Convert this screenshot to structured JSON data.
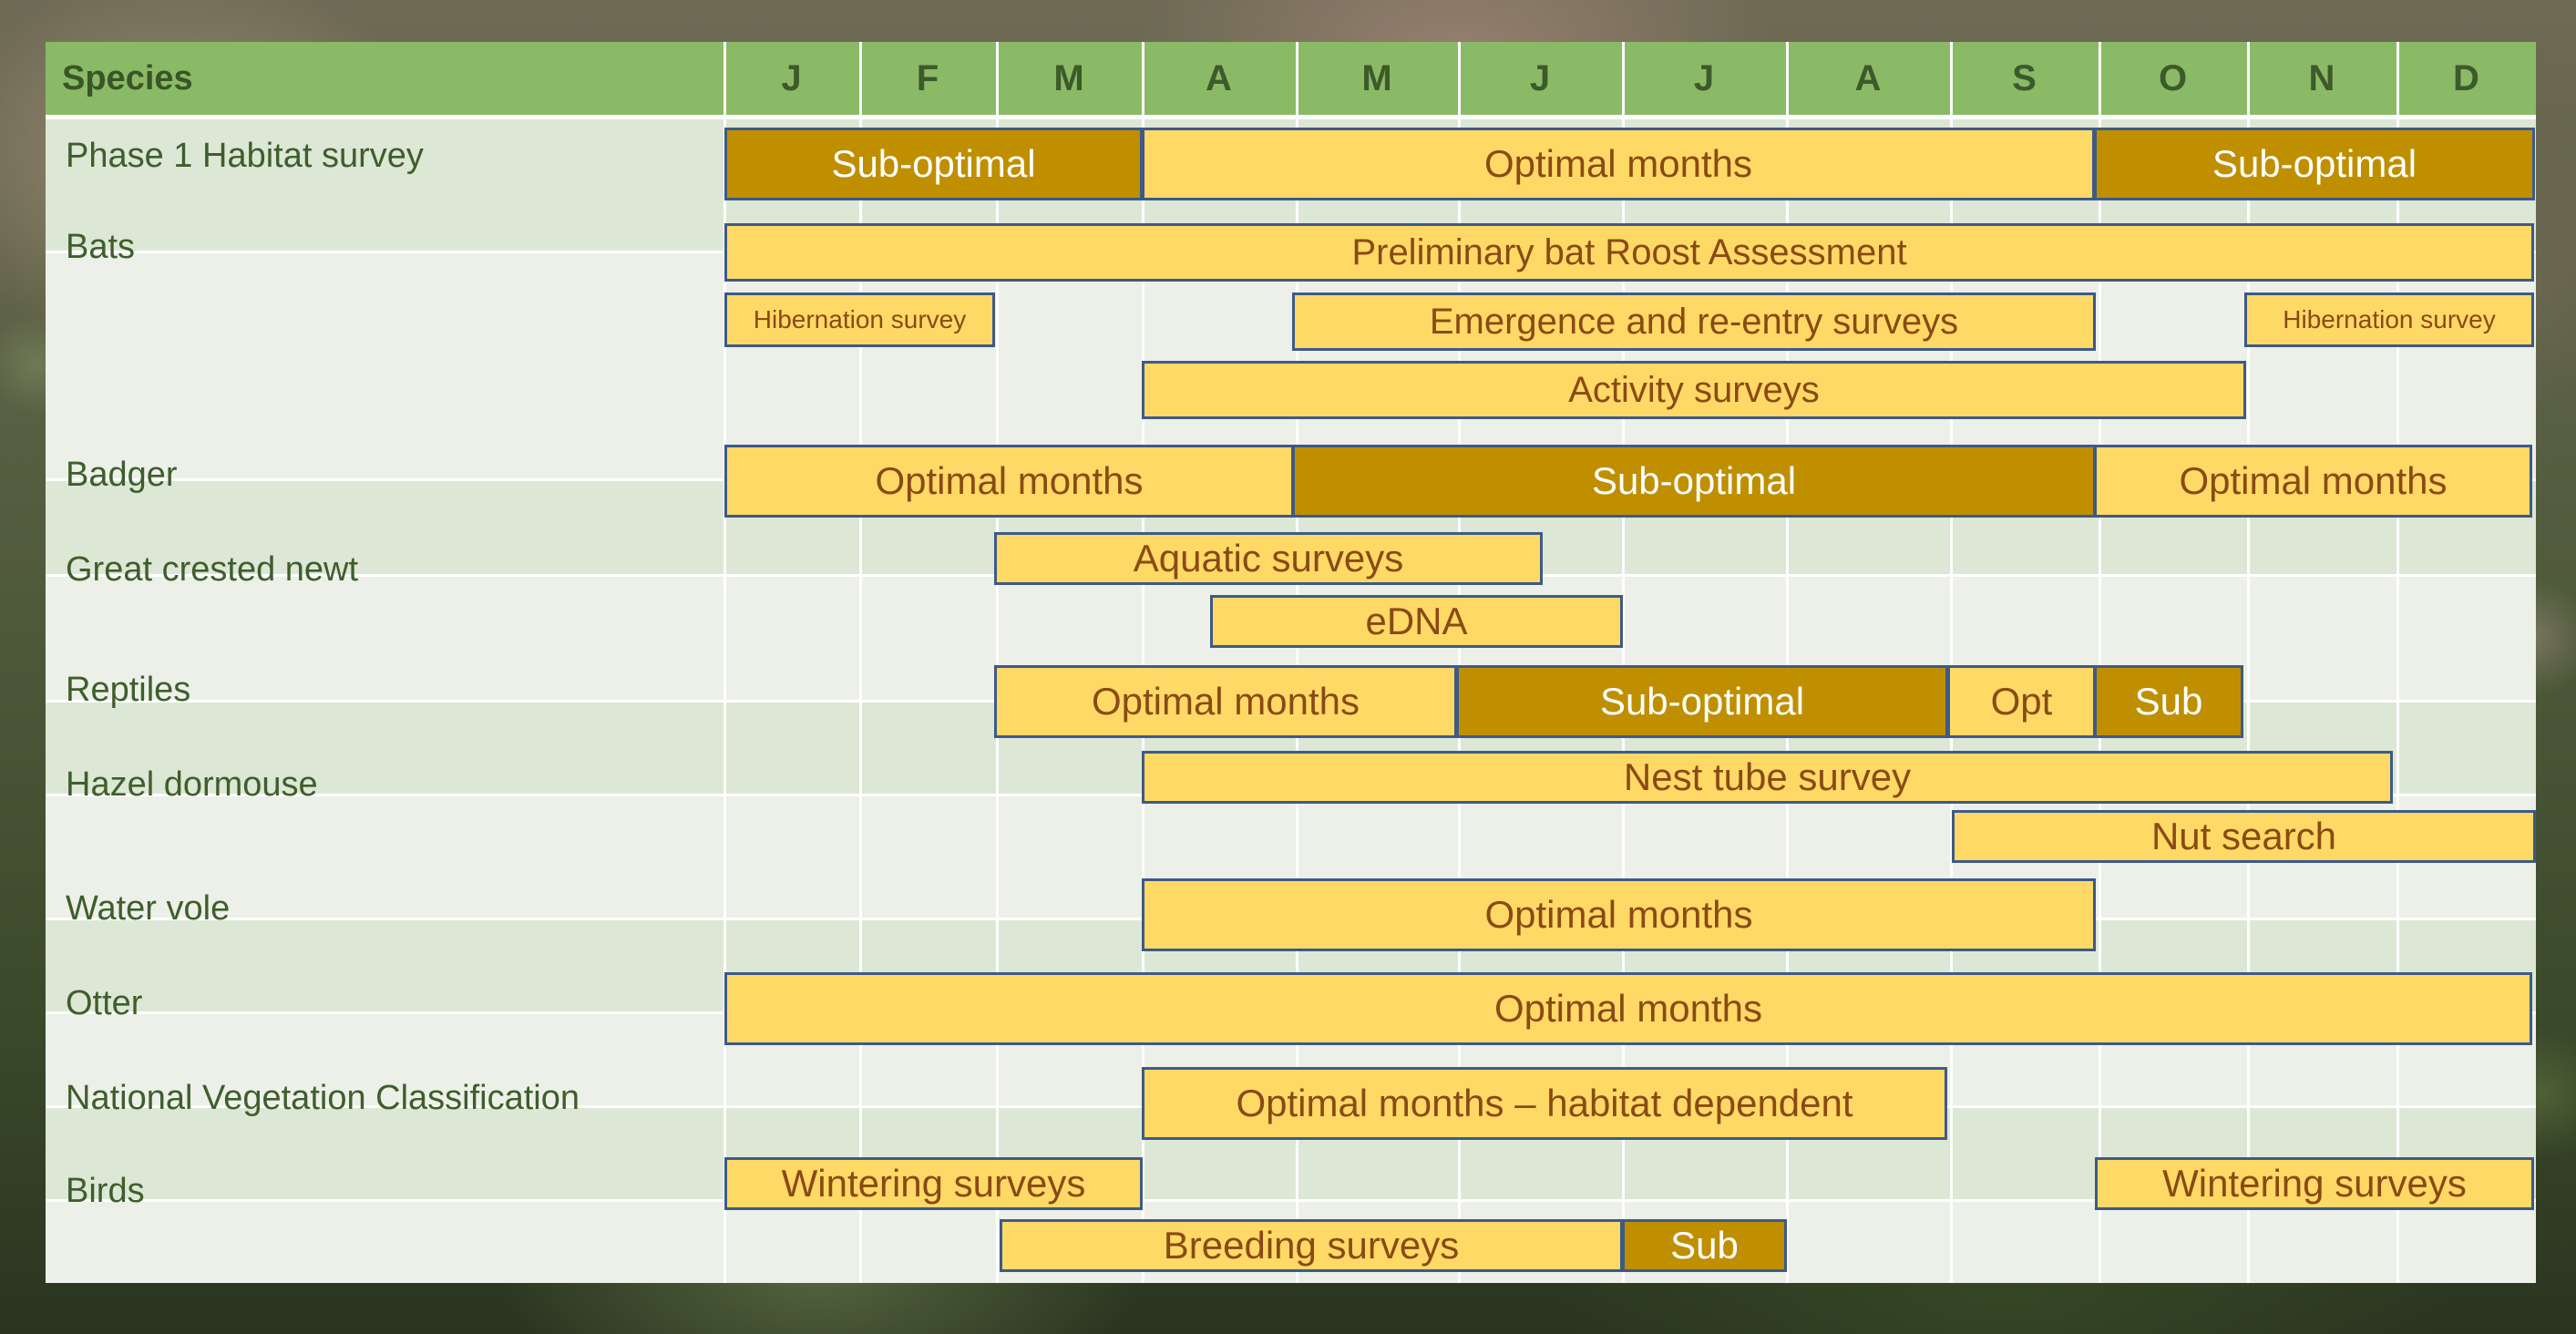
{
  "header": {
    "species_label": "Species",
    "months": [
      "J",
      "F",
      "M",
      "A",
      "M",
      "J",
      "J",
      "A",
      "S",
      "O",
      "N",
      "D"
    ]
  },
  "rows": [
    {
      "label": "Phase 1 Habitat survey"
    },
    {
      "label": "Bats"
    },
    {
      "label": "Badger"
    },
    {
      "label": "Great crested newt"
    },
    {
      "label": "Reptiles"
    },
    {
      "label": "Hazel dormouse"
    },
    {
      "label": "Water vole"
    },
    {
      "label": "Otter"
    },
    {
      "label": "National Vegetation Classification"
    },
    {
      "label": "Birds"
    }
  ],
  "bars": {
    "phase1_sub_start": "Sub-optimal",
    "phase1_optimal": "Optimal months",
    "phase1_sub_end": "Sub-optimal",
    "bats_roost": "Preliminary bat Roost Assessment",
    "bats_hibernation_start": "Hibernation survey",
    "bats_emergence": "Emergence and re-entry surveys",
    "bats_hibernation_end": "Hibernation survey",
    "bats_activity": "Activity surveys",
    "badger_optimal_start": "Optimal months",
    "badger_sub": "Sub-optimal",
    "badger_optimal_end": "Optimal months",
    "newt_aquatic": "Aquatic surveys",
    "newt_edna": "eDNA",
    "reptiles_optimal": "Optimal months",
    "reptiles_sub": "Sub-optimal",
    "reptiles_opt": "Opt",
    "reptiles_sub_short": "Sub",
    "dormouse_nest_tube": "Nest tube survey",
    "dormouse_nut_search": "Nut search",
    "water_vole_optimal": "Optimal months",
    "otter_optimal": "Optimal months",
    "nvc_optimal": "Optimal months – habitat dependent",
    "birds_wintering_start": "Wintering surveys",
    "birds_breeding": "Breeding surveys",
    "birds_sub": "Sub",
    "birds_wintering_end": "Wintering surveys"
  },
  "colors": {
    "optimal": "#ffd966",
    "sub_optimal": "#bf8f00",
    "header": "#8aba66"
  }
}
